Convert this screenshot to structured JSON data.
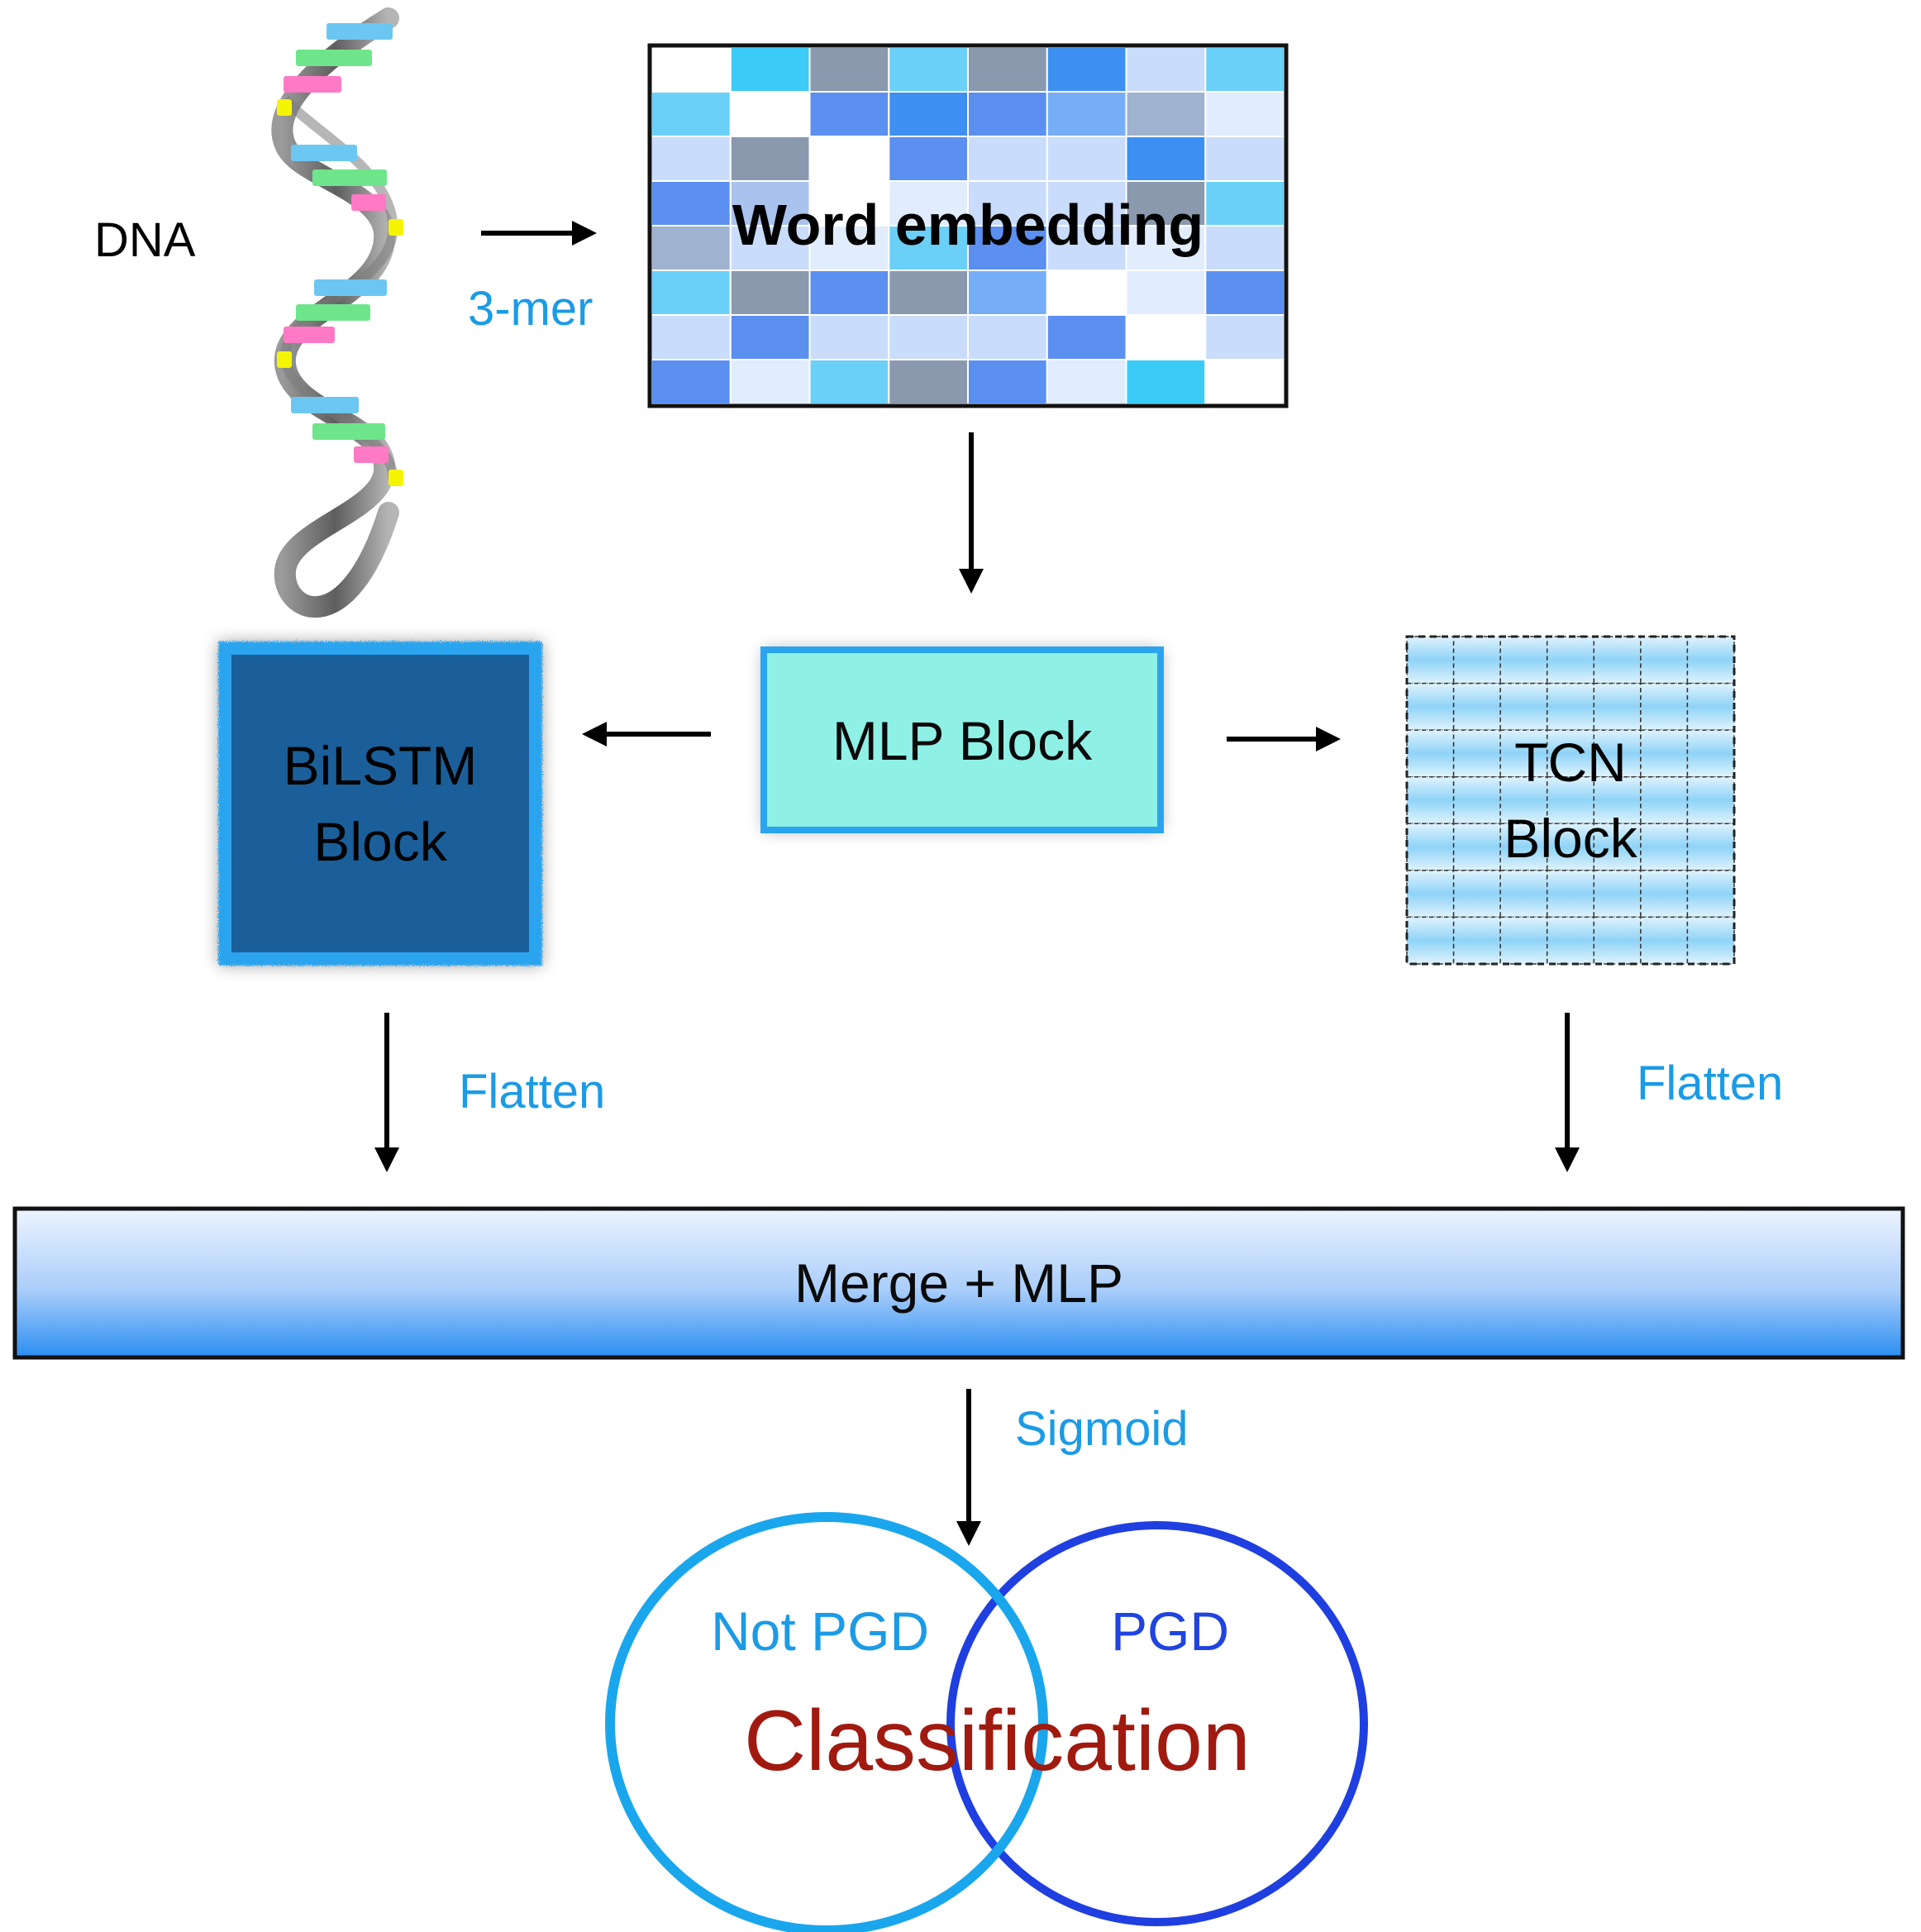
{
  "labels": {
    "dna": "DNA",
    "kmer": "3-mer",
    "word_embedding": "Word embedding",
    "mlp_block": "MLP Block",
    "bilstm_block": "BiLSTM\nBlock",
    "tcn_block": "TCN\nBlock",
    "flatten_left": "Flatten",
    "flatten_right": "Flatten",
    "merge_mlp": "Merge + MLP",
    "sigmoid": "Sigmoid",
    "not_pgd": "Not PGD",
    "pgd": "PGD",
    "classification": "Classification"
  },
  "colors": {
    "accent_text": "#1b9be6",
    "pgd_blue": "#1f44e0",
    "classification_red": "#a01a10",
    "mlp_fill": "#8ff0e6",
    "bilstm_fill": "#1a5f9a",
    "bilstm_edge": "#2aa4ee",
    "tcn_cell": "#a8dcf7",
    "merge_top": "#eaf2ff",
    "merge_bottom": "#2a8ef2",
    "not_pgd_ring": "#1aa6ec",
    "pgd_ring": "#1f3fe0"
  },
  "embedding_palette": [
    "#ffffff",
    "#3ccbf7",
    "#8a99ae",
    "#6bd0f7",
    "#5b8ff0",
    "#3d8ff2",
    "#c9dcfb",
    "#e6f0fd",
    "#a9c3ee",
    "#76adf7",
    "#9fb2cf",
    "#e1ecfc"
  ],
  "embedding_grid": [
    [
      0,
      1,
      2,
      3,
      2,
      5,
      6,
      3
    ],
    [
      3,
      0,
      4,
      5,
      4,
      9,
      10,
      11
    ],
    [
      6,
      2,
      0,
      4,
      6,
      6,
      5,
      6
    ],
    [
      4,
      8,
      0,
      11,
      6,
      6,
      2,
      3
    ],
    [
      10,
      6,
      11,
      3,
      4,
      6,
      11,
      6
    ],
    [
      3,
      2,
      4,
      2,
      9,
      0,
      11,
      4
    ],
    [
      6,
      4,
      6,
      6,
      6,
      4,
      0,
      6
    ],
    [
      4,
      11,
      3,
      2,
      4,
      11,
      1,
      0
    ]
  ],
  "dna_icon": "dna-helix-icon"
}
